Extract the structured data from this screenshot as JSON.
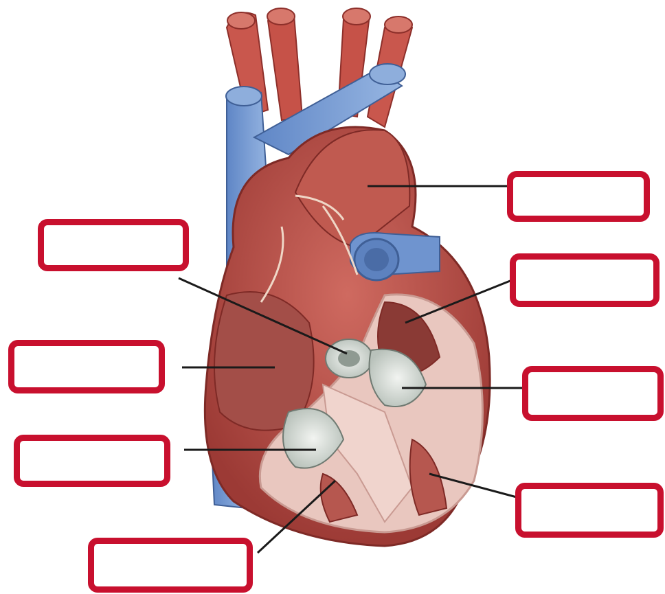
{
  "diagram": {
    "colors": {
      "label_border": "#c8102e",
      "leader_line": "#1a1a1a",
      "heart_muscle": "#b8443e",
      "vena_cava_blue": "#7a9fd4",
      "chamber_interior": "#e9c7bf"
    },
    "label_boxes": [
      {
        "id": "lb-1",
        "text": ""
      },
      {
        "id": "lb-2",
        "text": ""
      },
      {
        "id": "lb-3",
        "text": ""
      },
      {
        "id": "lb-4",
        "text": ""
      },
      {
        "id": "lb-5",
        "text": ""
      },
      {
        "id": "lb-6",
        "text": ""
      },
      {
        "id": "lb-7",
        "text": ""
      },
      {
        "id": "lb-8",
        "text": ""
      }
    ]
  }
}
